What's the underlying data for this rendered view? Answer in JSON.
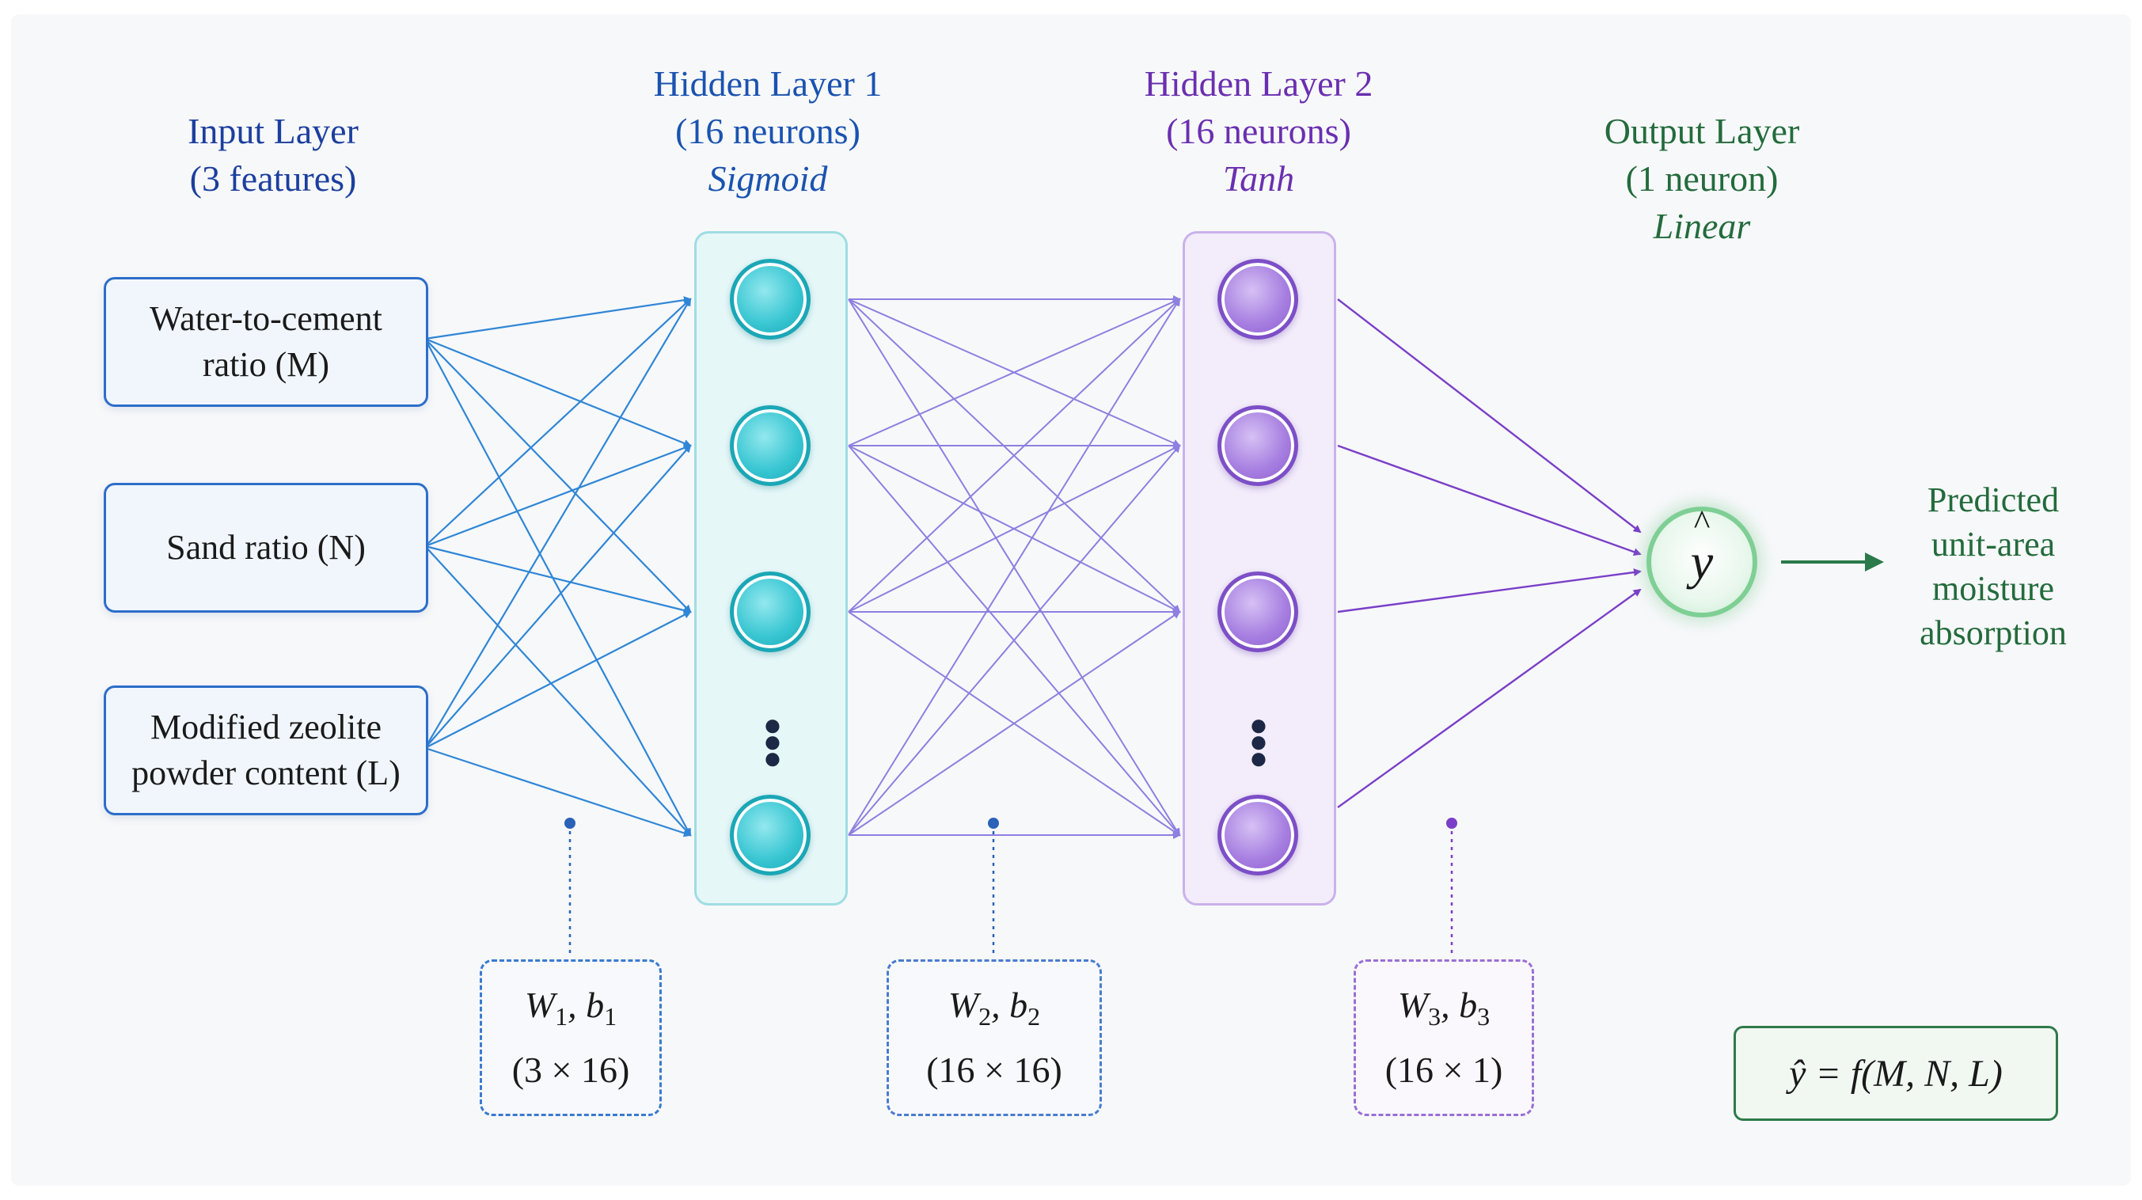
{
  "layers": {
    "input": {
      "title": "Input Layer",
      "subtitle": "(3 features)"
    },
    "hidden1": {
      "title": "Hidden Layer 1",
      "subtitle": "(16 neurons)",
      "activation": "Sigmoid"
    },
    "hidden2": {
      "title": "Hidden Layer 2",
      "subtitle": "(16 neurons)",
      "activation": "Tanh"
    },
    "output": {
      "title": "Output Layer",
      "subtitle": "(1 neuron)",
      "activation": "Linear"
    }
  },
  "inputs": [
    {
      "line1": "Water-to-cement",
      "line2": "ratio (M)"
    },
    {
      "line1": "Sand ratio (N)",
      "line2": ""
    },
    {
      "line1": "Modified zeolite",
      "line2": "powder content (L)"
    }
  ],
  "output_neuron": {
    "symbol": "y"
  },
  "prediction": {
    "lines": [
      "Predicted",
      "unit-area",
      "moisture",
      "absorption"
    ]
  },
  "weights": [
    {
      "w": "W",
      "b": "b",
      "idx": "1",
      "shape": "(3 × 16)"
    },
    {
      "w": "W",
      "b": "b",
      "idx": "2",
      "shape": "(16 × 16)"
    },
    {
      "w": "W",
      "b": "b",
      "idx": "3",
      "shape": "(16 × 1)"
    }
  ],
  "formula": {
    "text": "ŷ = f(M, N, L)"
  },
  "colors": {
    "input_edges": "#2f86d6",
    "h1_edges": "#8e7fe0",
    "h2_edges": "#7a3fc8",
    "output_arrow": "#2a7a4a"
  }
}
